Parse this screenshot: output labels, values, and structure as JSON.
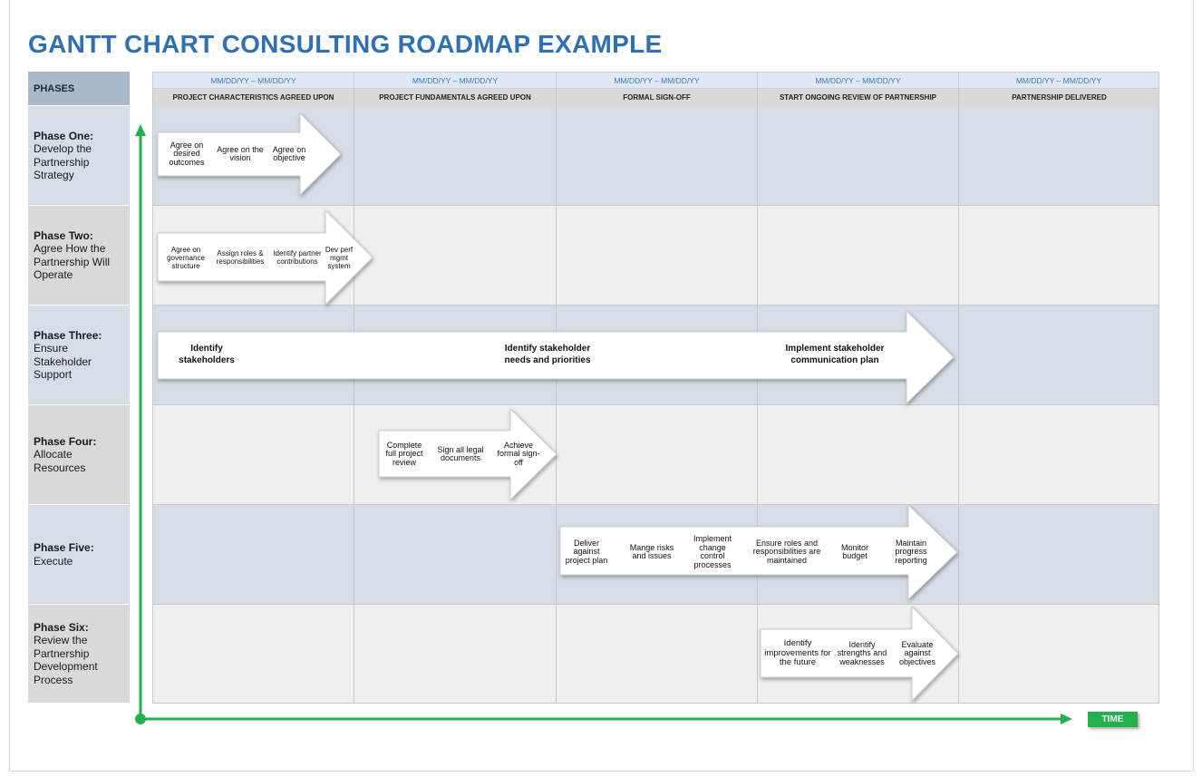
{
  "title": "GANTT CHART CONSULTING ROADMAP EXAMPLE",
  "phases_header": "PHASES",
  "phases": [
    {
      "name": "Phase One:",
      "desc": "Develop the Partnership Strategy"
    },
    {
      "name": "Phase Two:",
      "desc": "Agree How the Partnership Will Operate"
    },
    {
      "name": "Phase Three:",
      "desc": "Ensure Stakeholder Support"
    },
    {
      "name": "Phase Four:",
      "desc": "Allocate Resources"
    },
    {
      "name": "Phase Five:",
      "desc": "Execute"
    },
    {
      "name": "Phase Six:",
      "desc": "Review the Partnership Development Process"
    }
  ],
  "columns": [
    {
      "date": "MM/DD/YY – MM/DD/YY",
      "milestone": "PROJECT CHARACTERISTICS AGREED UPON"
    },
    {
      "date": "MM/DD/YY – MM/DD/YY",
      "milestone": "PROJECT FUNDAMENTALS AGREED UPON"
    },
    {
      "date": "MM/DD/YY – MM/DD/YY",
      "milestone": "FORMAL SIGN-OFF"
    },
    {
      "date": "MM/DD/YY – MM/DD/YY",
      "milestone": "START ONGOING REVIEW OF PARTNERSHIP"
    },
    {
      "date": "MM/DD/YY – MM/DD/YY",
      "milestone": "PARTNERSHIP DELIVERED"
    }
  ],
  "arrows": [
    {
      "tasks": [
        "Agree on desired outcomes",
        "Agree on the vision",
        "Agree on objective"
      ]
    },
    {
      "tasks": [
        "Agree on governance structure",
        "Assign roles & responsibilities",
        "Identify partner contributions",
        "Dev perf mgmt system"
      ]
    },
    {
      "tasks": [
        "Identify stakeholders",
        "Identify stakeholder needs and priorities",
        "Implement stakeholder communication plan"
      ]
    },
    {
      "tasks": [
        "Complete full project review",
        "Sign all legal documents",
        "Achieve formal sign-off"
      ]
    },
    {
      "tasks": [
        "Deliver against project plan",
        "Mange risks and issues",
        "Implement change control processes",
        "Ensure roles and responsibilities are maintained",
        "Monitor budget",
        "Maintain progress reporting"
      ]
    },
    {
      "tasks": [
        "Identify improvements for the future",
        "Identify strengths and weaknesses",
        "Evaluate against objectives"
      ]
    }
  ],
  "axis_label": "TIME",
  "colors": {
    "title": "#2f6fb5",
    "axis": "#22b14c",
    "date_text": "#3a7bc0"
  }
}
